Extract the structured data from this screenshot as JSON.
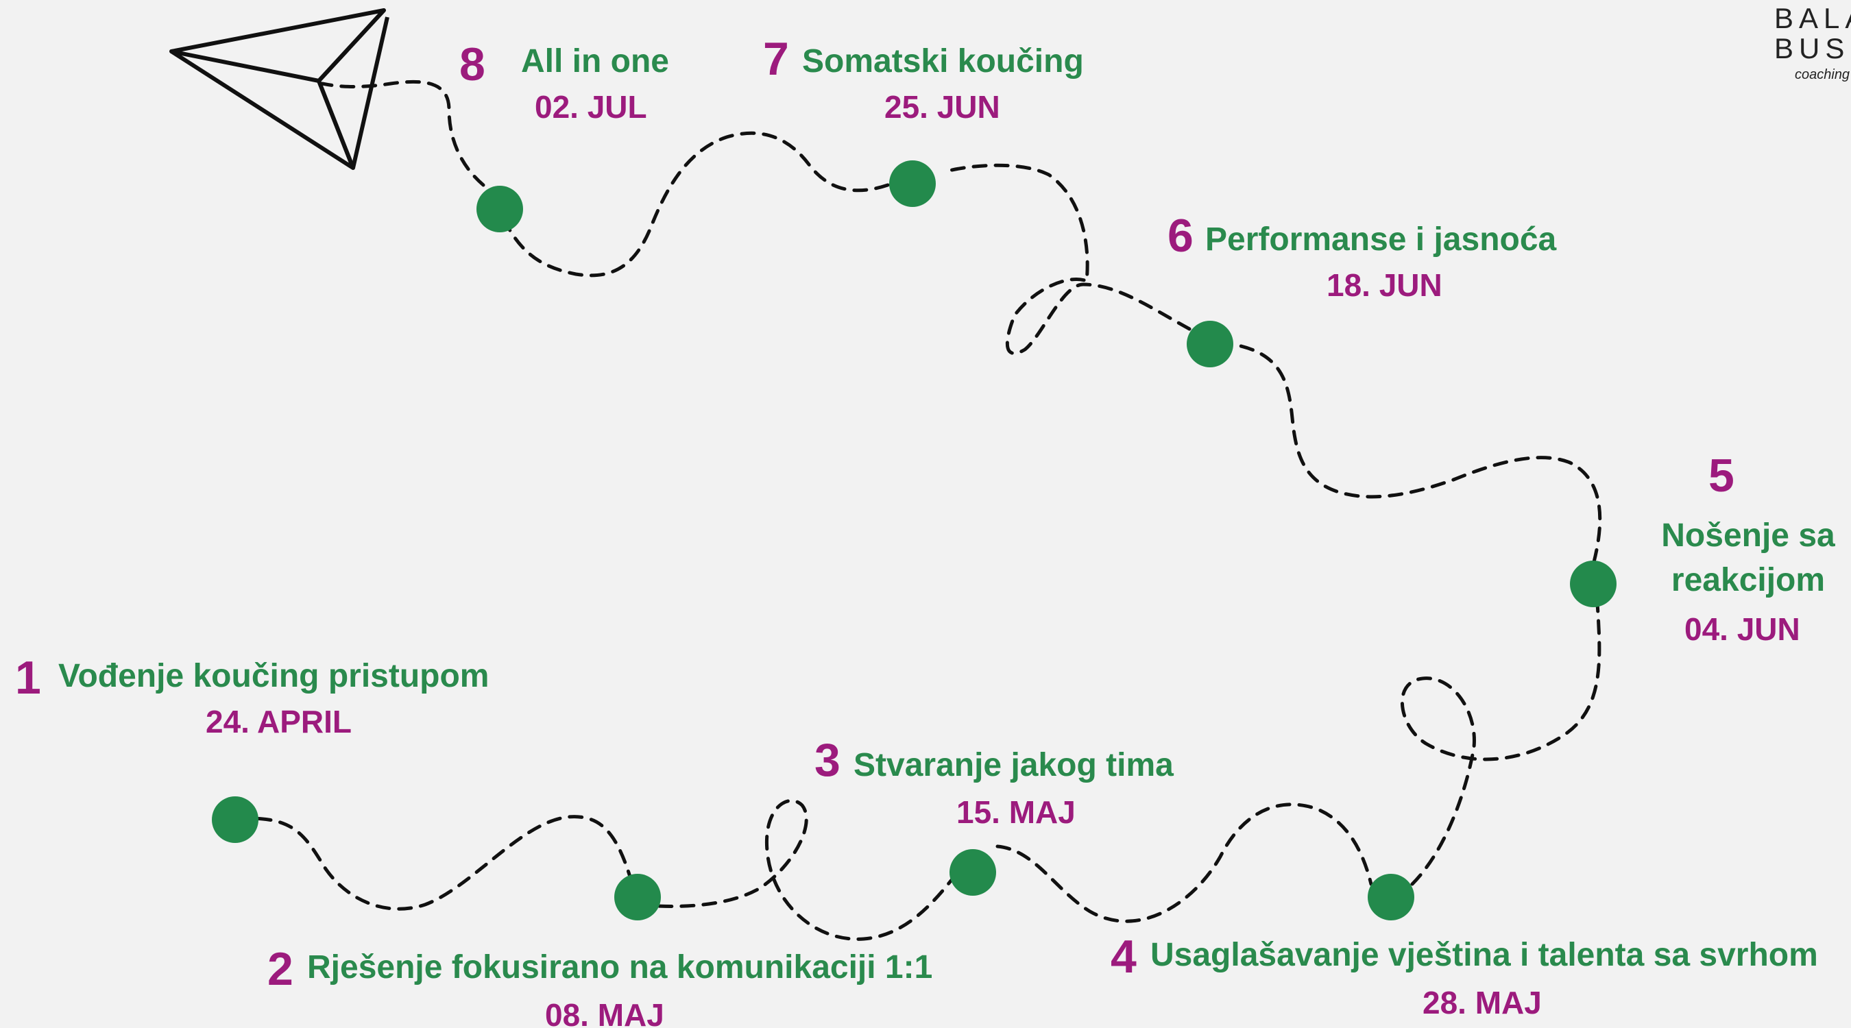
{
  "logo": {
    "line1": "BALANCE",
    "line2": "BUSINESS",
    "line3": "coaching"
  },
  "milestones": [
    {
      "number": "1",
      "title": "Vođenje koučing pristupom",
      "date": "24. APRIL"
    },
    {
      "number": "2",
      "title": "Rješenje fokusirano na komunikaciji 1:1",
      "date": "08. MAJ"
    },
    {
      "number": "3",
      "title": "Stvaranje jakog tima",
      "date": "15. MAJ"
    },
    {
      "number": "4",
      "title": "Usaglašavanje vještina i talenta sa svrhom",
      "date": "28. MAJ"
    },
    {
      "number": "5",
      "title": "Nošenje sa reakcijom",
      "date": "04. JUN"
    },
    {
      "number": "6",
      "title": "Performanse i jasnoća",
      "date": "18. JUN"
    },
    {
      "number": "7",
      "title": "Somatski koučing",
      "date": "25. JUN"
    },
    {
      "number": "8",
      "title": "All in one",
      "date": "02. JUL"
    }
  ],
  "colors": {
    "dot": "#238a4c",
    "number": "#9c1b7d",
    "title": "#2a8a4d",
    "date": "#9c1b7d",
    "path": "#111111",
    "background": "#f2f2f2"
  },
  "icons": {
    "plane": "paper-plane-icon"
  }
}
